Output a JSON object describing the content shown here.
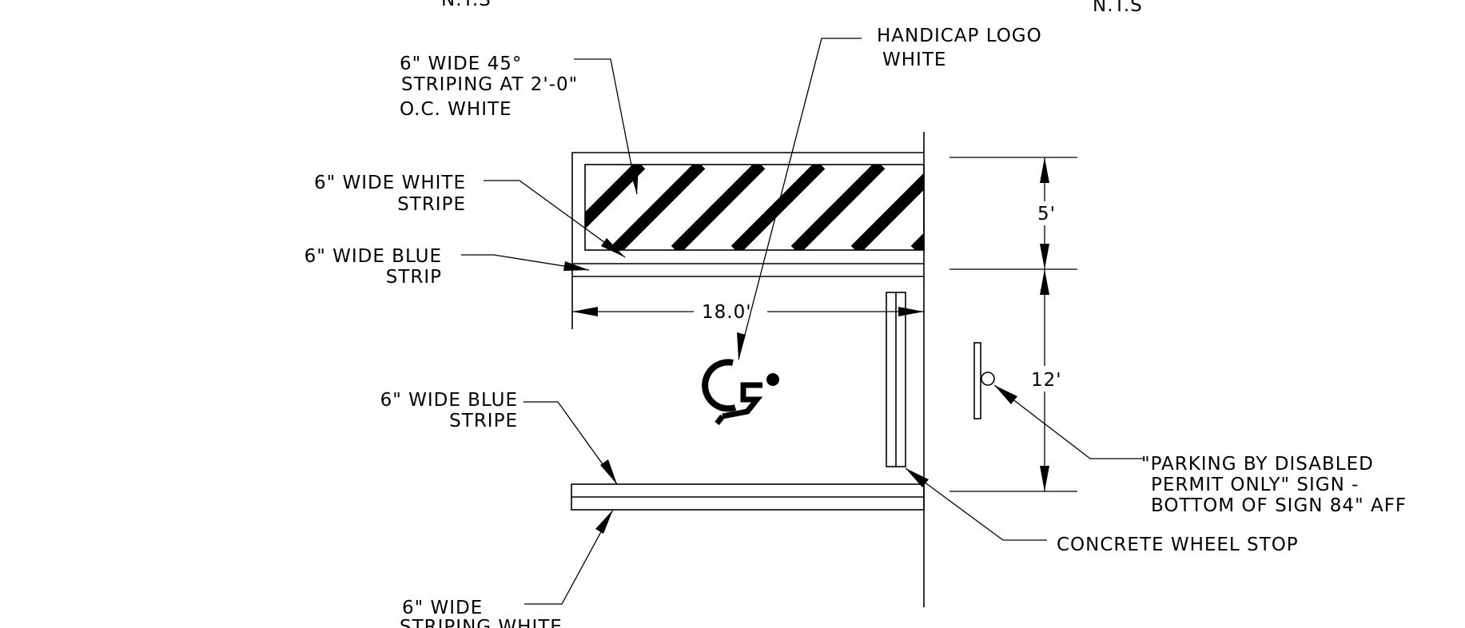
{
  "scale_notes": {
    "left": "N.T.S",
    "right": "N.T.S"
  },
  "dimensions": {
    "width": "18.0'",
    "aisle": "5'",
    "stall": "12'"
  },
  "callouts": {
    "handicap_logo": [
      "HANDICAP LOGO",
      "WHITE"
    ],
    "hatch_striping": [
      "6\" WIDE 45°",
      "STRIPING AT 2'-0\"",
      "O.C. WHITE"
    ],
    "white_stripe": [
      "6\" WIDE WHITE",
      "STRIPE"
    ],
    "blue_strip": [
      "6\" WIDE BLUE",
      "STRIP"
    ],
    "blue_stripe": [
      "6\" WIDE BLUE",
      "STRIPE"
    ],
    "white_striping": [
      "6\" WIDE",
      "STRIPING WHITE"
    ],
    "sign": [
      "\"PARKING BY DISABLED",
      "PERMIT ONLY\" SIGN -",
      "BOTTOM OF SIGN 84\" AFF"
    ],
    "wheel_stop": [
      "CONCRETE WHEEL STOP"
    ]
  }
}
